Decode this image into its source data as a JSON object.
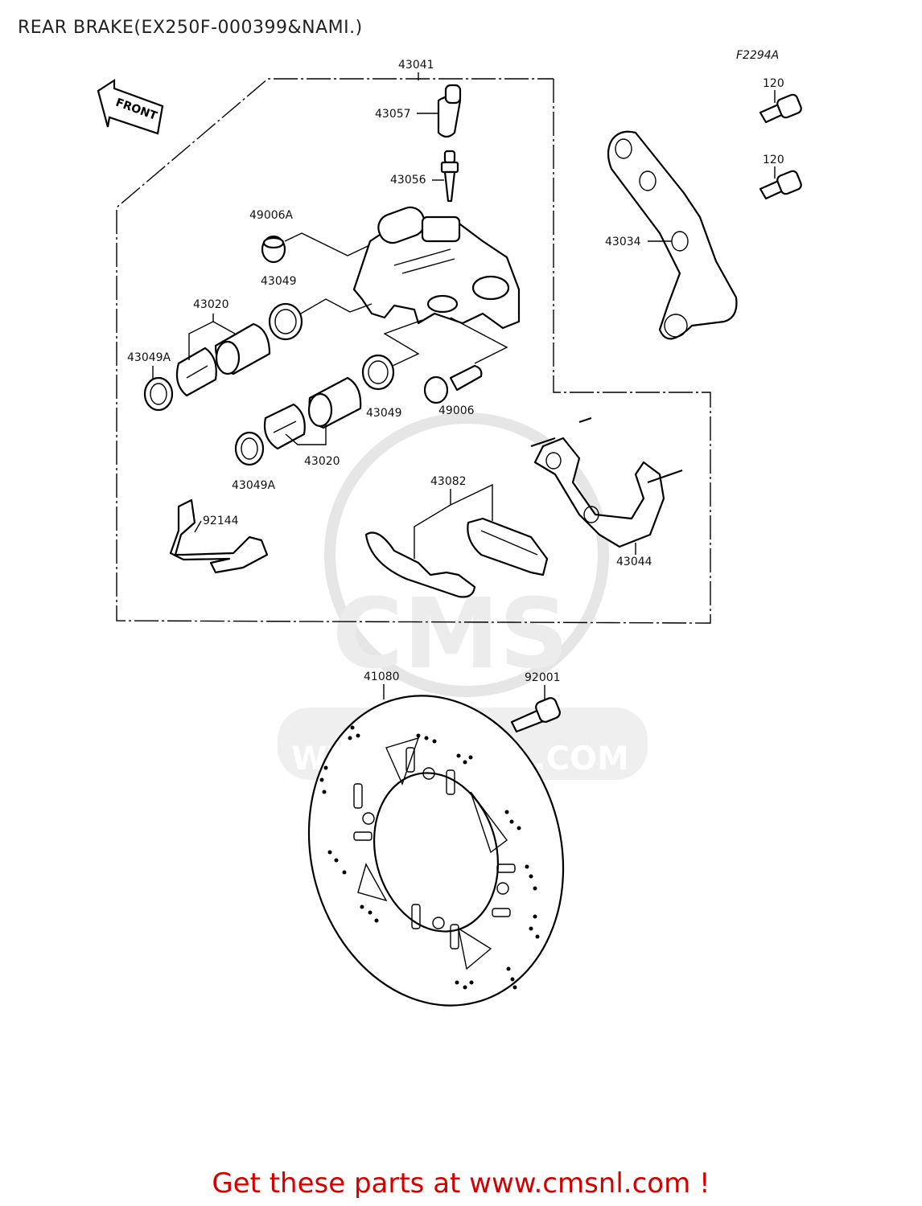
{
  "title": "REAR BRAKE(EX250F-000399&NAMI.)",
  "figure_code": "F2294A",
  "front_arrow_label": "FRONT",
  "watermark": "WWW.CMSNL.COM",
  "watermark_logo": "CMS",
  "parts": {
    "p43041": "43041",
    "p43057": "43057",
    "p43056": "43056",
    "p49006a": "49006A",
    "p43049_top": "43049",
    "p43020_top": "43020",
    "p43049a_left": "43049A",
    "p43049_mid": "43049",
    "p49006": "49006",
    "p43020_bot": "43020",
    "p43049a_bot": "43049A",
    "p92144": "92144",
    "p43082": "43082",
    "p43044": "43044",
    "p43034": "43034",
    "p120_a": "120",
    "p120_b": "120",
    "p41080": "41080",
    "p92001": "92001"
  },
  "footer": "Get these parts at www.cmsnl.com !"
}
